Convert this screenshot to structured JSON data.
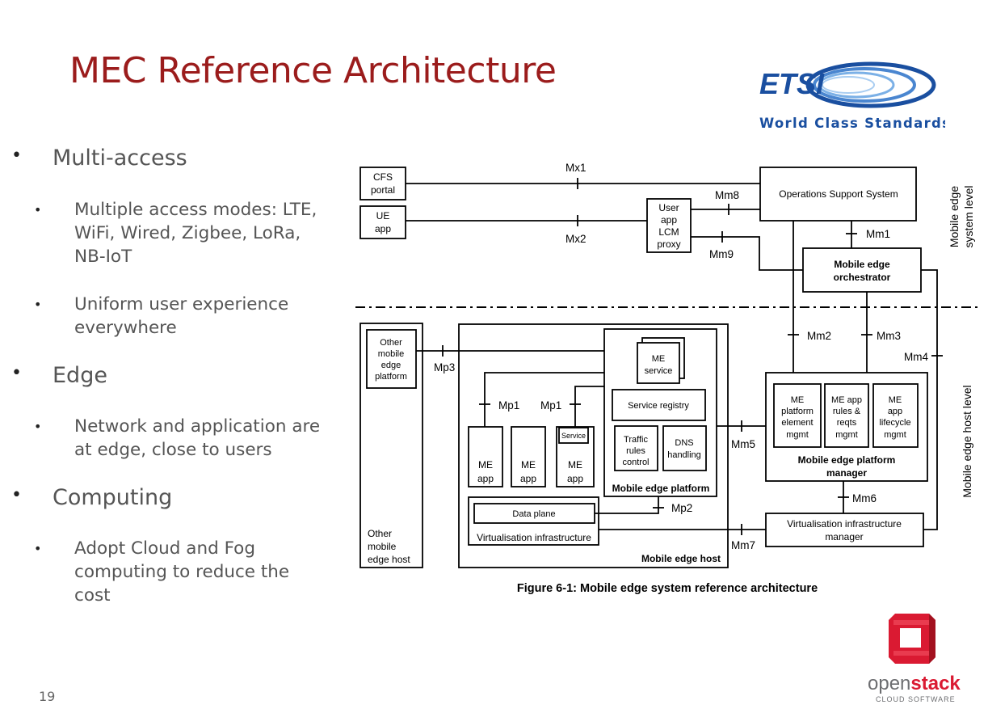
{
  "slide": {
    "title": "MEC Reference Architecture",
    "page_number": "19"
  },
  "bullets": [
    {
      "level": 1,
      "text": "Multi-access"
    },
    {
      "level": 2,
      "text": "Multiple access modes: LTE, WiFi, Wired, Zigbee, LoRa, NB-IoT"
    },
    {
      "level": 2,
      "text": "Uniform user experience everywhere"
    },
    {
      "level": 1,
      "text": "Edge"
    },
    {
      "level": 2,
      "text": "Network and application are at edge, close to users"
    },
    {
      "level": 1,
      "text": "Computing"
    },
    {
      "level": 2,
      "text": "Adopt Cloud and Fog computing to reduce the cost"
    }
  ],
  "logos": {
    "etsi": {
      "name": "ETSI",
      "tagline": "World Class Standards"
    },
    "openstack": {
      "name_light": "open",
      "name_bold": "stack",
      "tagline": "CLOUD SOFTWARE"
    }
  },
  "diagram": {
    "caption": "Figure 6-1: Mobile edge system reference architecture",
    "levels": {
      "system": [
        "Mobile edge",
        "system level"
      ],
      "host": "Mobile edge host level"
    },
    "boxes": {
      "cfs": [
        "CFS",
        "portal"
      ],
      "ue": [
        "UE",
        "app"
      ],
      "lcm": [
        "User",
        "app",
        "LCM",
        "proxy"
      ],
      "oss": "Operations Support System",
      "meo": [
        "Mobile edge",
        "orchestrator"
      ],
      "other_platform": [
        "Other",
        "mobile",
        "edge",
        "platform"
      ],
      "other_host": [
        "Other",
        "mobile",
        "edge host"
      ],
      "me_service": [
        "ME",
        "service"
      ],
      "service_registry": "Service registry",
      "traffic_rules": [
        "Traffic",
        "rules",
        "control"
      ],
      "dns": [
        "DNS",
        "handling"
      ],
      "me_platform": "Mobile edge platform",
      "me_app": [
        "ME",
        "app"
      ],
      "service_tag": "Service",
      "data_plane": "Data plane",
      "virt_infra": "Virtualisation infrastructure",
      "me_host": "Mobile edge host",
      "pf_element": [
        "ME",
        "platform",
        "element",
        "mgmt"
      ],
      "app_rules": [
        "ME app",
        "rules &",
        "reqts",
        "mgmt"
      ],
      "app_lifecycle": [
        "ME",
        "app",
        "lifecycle",
        "mgmt"
      ],
      "mepm": [
        "Mobile edge platform",
        "manager"
      ],
      "vim": [
        "Virtualisation infrastructure",
        "manager"
      ]
    },
    "refs": {
      "mx1": "Mx1",
      "mx2": "Mx2",
      "mm1": "Mm1",
      "mm2": "Mm2",
      "mm3": "Mm3",
      "mm4": "Mm4",
      "mm5": "Mm5",
      "mm6": "Mm6",
      "mm7": "Mm7",
      "mm8": "Mm8",
      "mm9": "Mm9",
      "mp1": "Mp1",
      "mp2": "Mp2",
      "mp3": "Mp3"
    }
  },
  "colors": {
    "title": "#9b1c1c",
    "etsi_blue": "#1a4fa0",
    "openstack_red": "#da1a32"
  }
}
